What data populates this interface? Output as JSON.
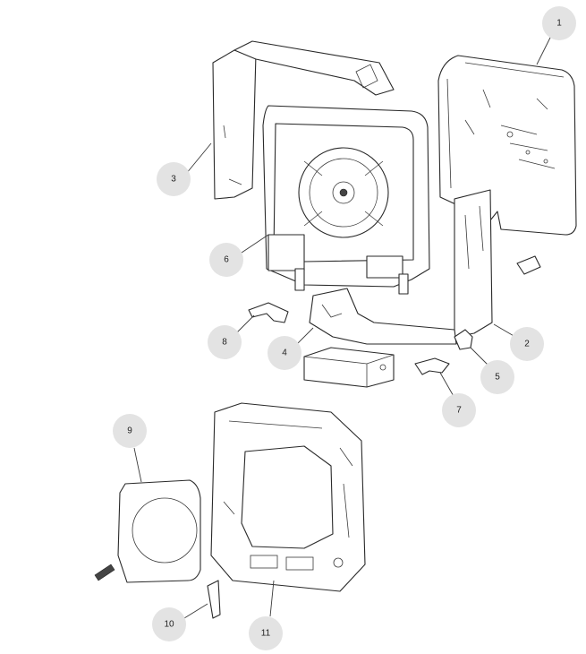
{
  "callouts": [
    {
      "id": "1",
      "label": "1"
    },
    {
      "id": "2",
      "label": "2"
    },
    {
      "id": "3",
      "label": "3"
    },
    {
      "id": "4",
      "label": "4"
    },
    {
      "id": "5",
      "label": "5"
    },
    {
      "id": "6",
      "label": "6"
    },
    {
      "id": "7",
      "label": "7"
    },
    {
      "id": "8",
      "label": "8"
    },
    {
      "id": "9",
      "label": "9"
    },
    {
      "id": "10",
      "label": "10"
    },
    {
      "id": "11",
      "label": "11"
    }
  ],
  "colors": {
    "line": "#2a2a2a",
    "callout_fill": "#e3e3e3",
    "background": "#ffffff"
  }
}
